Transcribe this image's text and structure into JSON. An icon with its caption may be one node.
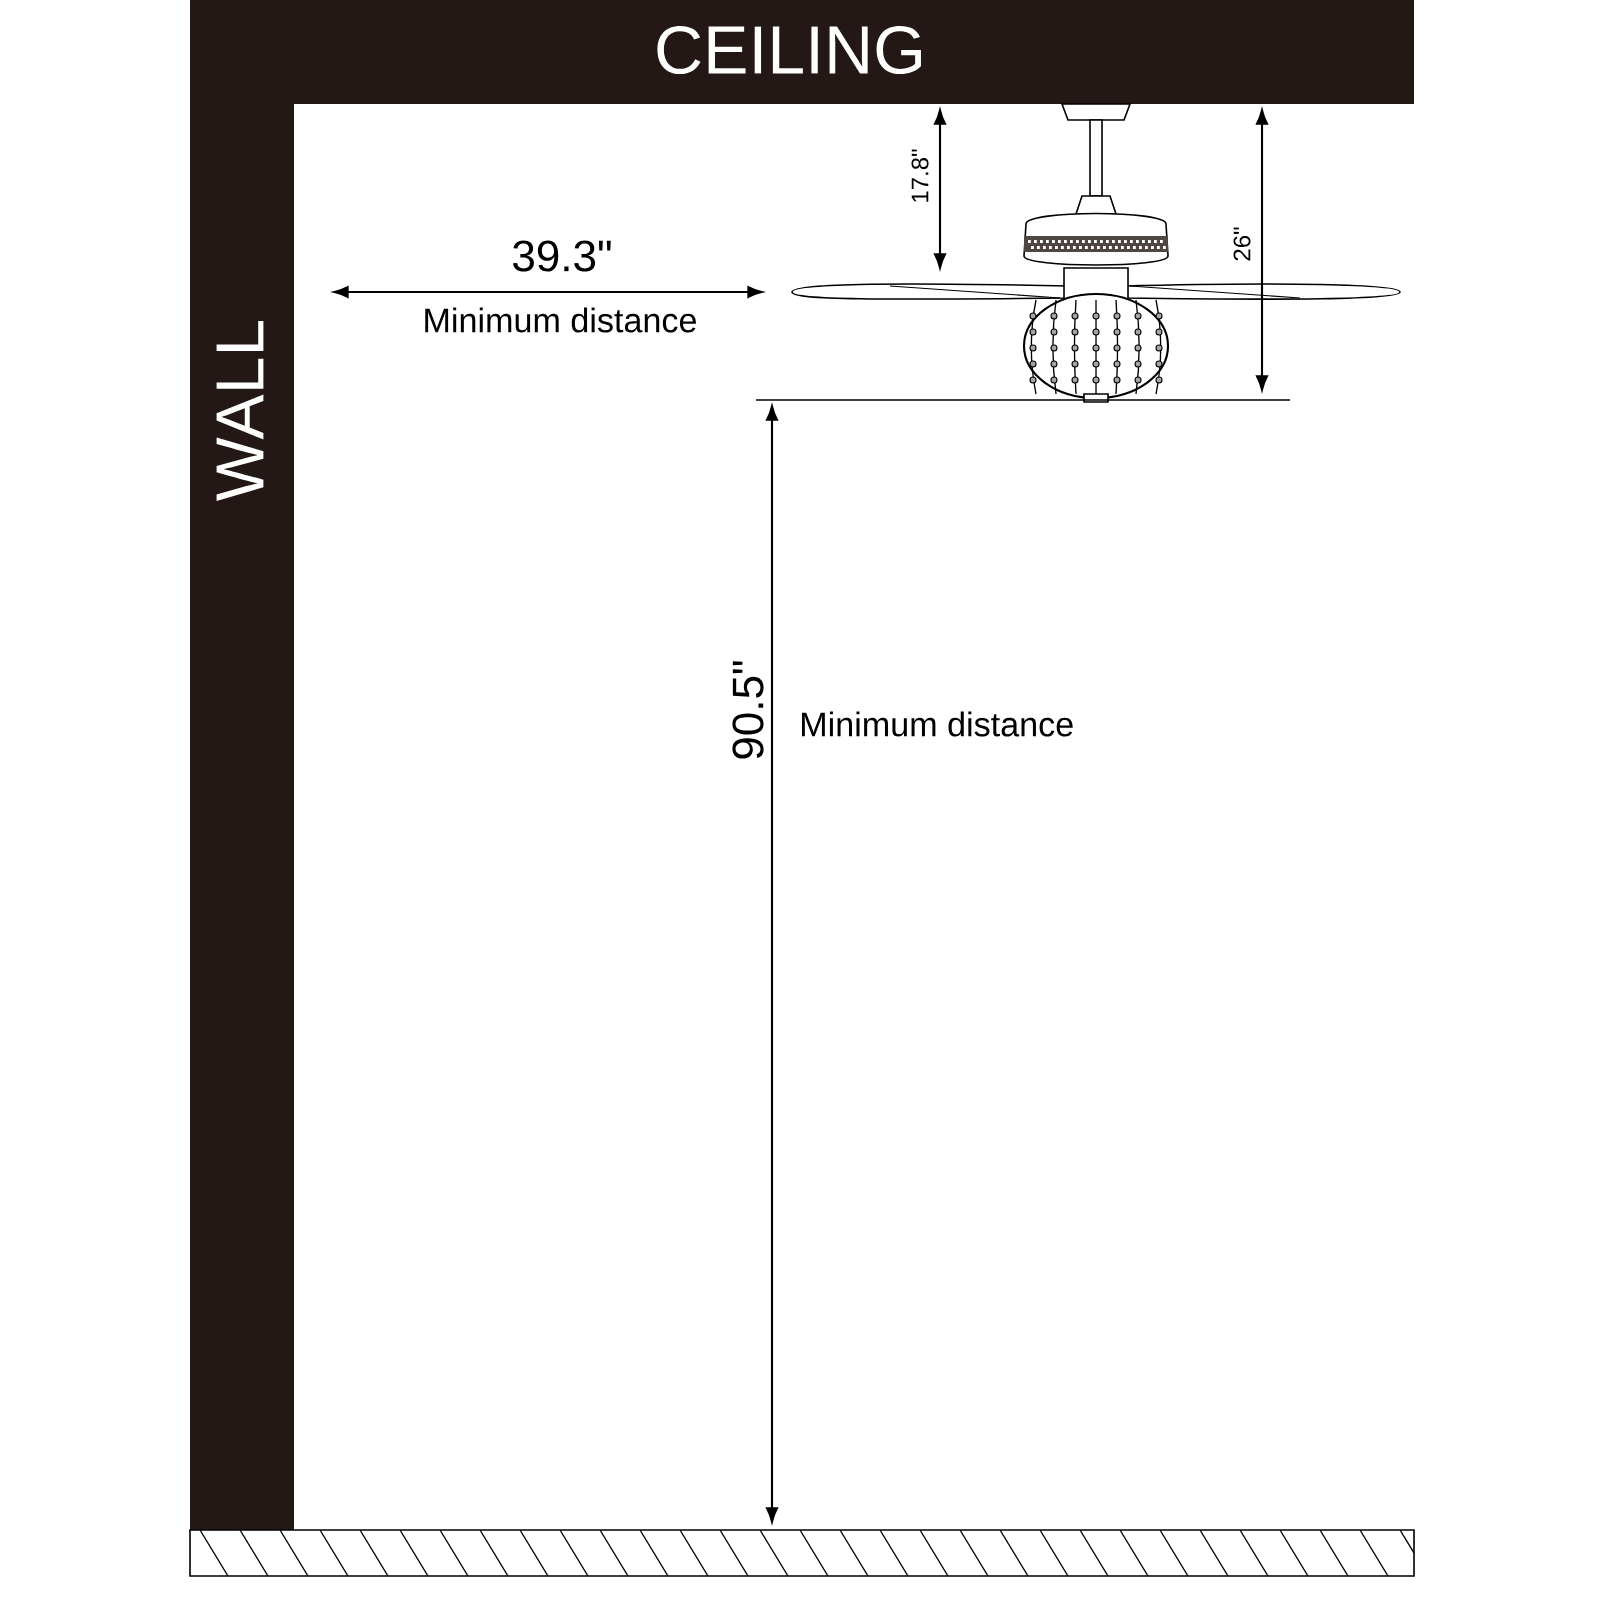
{
  "diagram": {
    "nodes": [
      {
        "text": [
          "CEILING"
        ]
      },
      {
        "text": [
          "WALL"
        ]
      }
    ],
    "labels": [
      "39.3\"",
      "Minimum distance",
      "17.8\"",
      "26\"",
      "90.5\"",
      "Minimum distance"
    ]
  }
}
